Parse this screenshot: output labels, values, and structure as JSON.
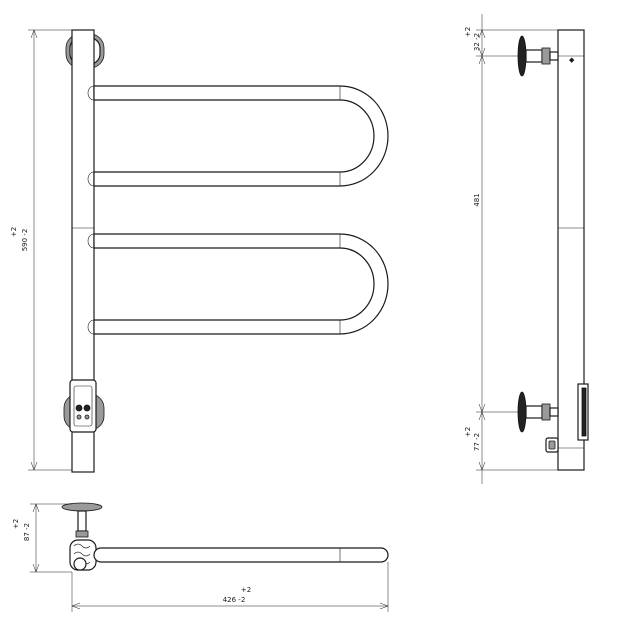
{
  "dimensions": {
    "height_total": {
      "tol": "+2",
      "value": "590 -2"
    },
    "front_width": {
      "tol": "+2",
      "value": "426 -2"
    },
    "wall_offset": {
      "tol": "+2",
      "value": "87 -2"
    },
    "side_top": {
      "tol": "+2",
      "value": "32 -2"
    },
    "side_mid": {
      "value": "481"
    },
    "side_bottom": {
      "tol": "+2",
      "value": "77 -2"
    }
  },
  "colors": {
    "line": "#1a1a1a",
    "background": "#ffffff"
  }
}
